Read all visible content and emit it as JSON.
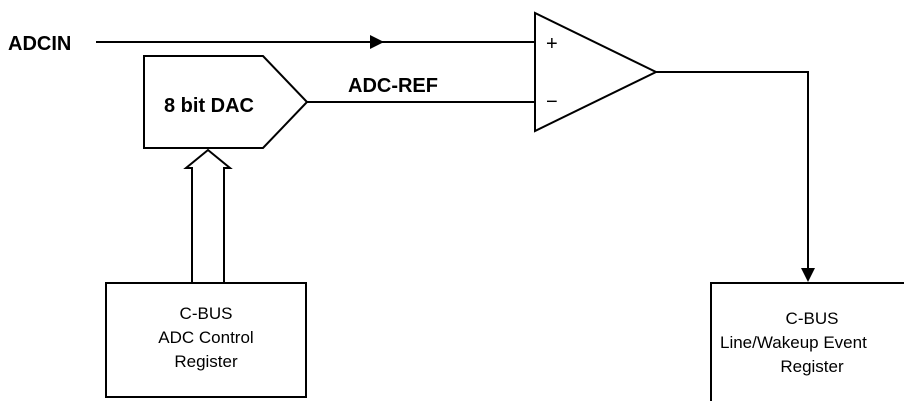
{
  "signals": {
    "input_label": "ADCIN",
    "reference_label": "ADC-REF"
  },
  "dac": {
    "label": "8 bit DAC"
  },
  "comparator": {
    "plus_symbol": "+",
    "minus_symbol": "−"
  },
  "control_register": {
    "line1": "C-BUS",
    "line2": "ADC Control",
    "line3": "Register"
  },
  "event_register": {
    "line1": "C-BUS",
    "line2": "Line/Wakeup Event",
    "line3": "Register"
  }
}
